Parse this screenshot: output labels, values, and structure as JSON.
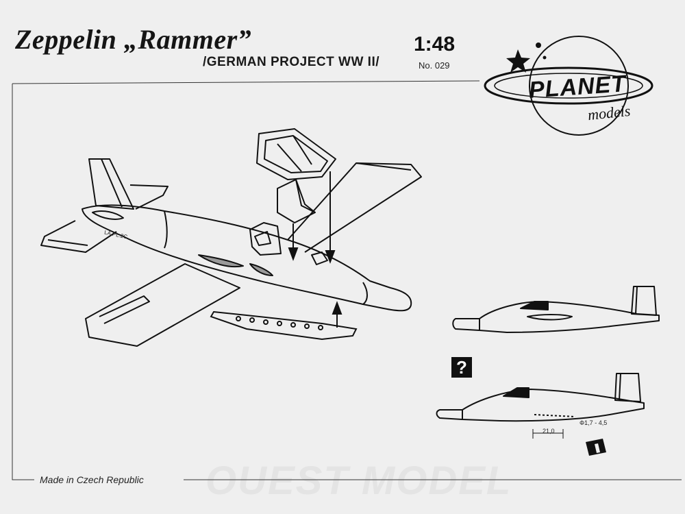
{
  "header": {
    "title": "Zeppelin „Rammer”",
    "subtitle": "/GERMAN PROJECT WW II/",
    "scale": "1:48",
    "catalog_no": "No. 029"
  },
  "logo": {
    "word": "PLANET",
    "sub": "models"
  },
  "diagram": {
    "part_label": "LA.PL.2C",
    "question_badge": "?",
    "dim_diameter": "Φ1,7 - 4,5",
    "dim_length": "21,0"
  },
  "footer": {
    "made_in": "Made in Czech Republic"
  },
  "watermark": "OUEST MODEL",
  "colors": {
    "ink": "#111111",
    "paper": "#efefef"
  }
}
